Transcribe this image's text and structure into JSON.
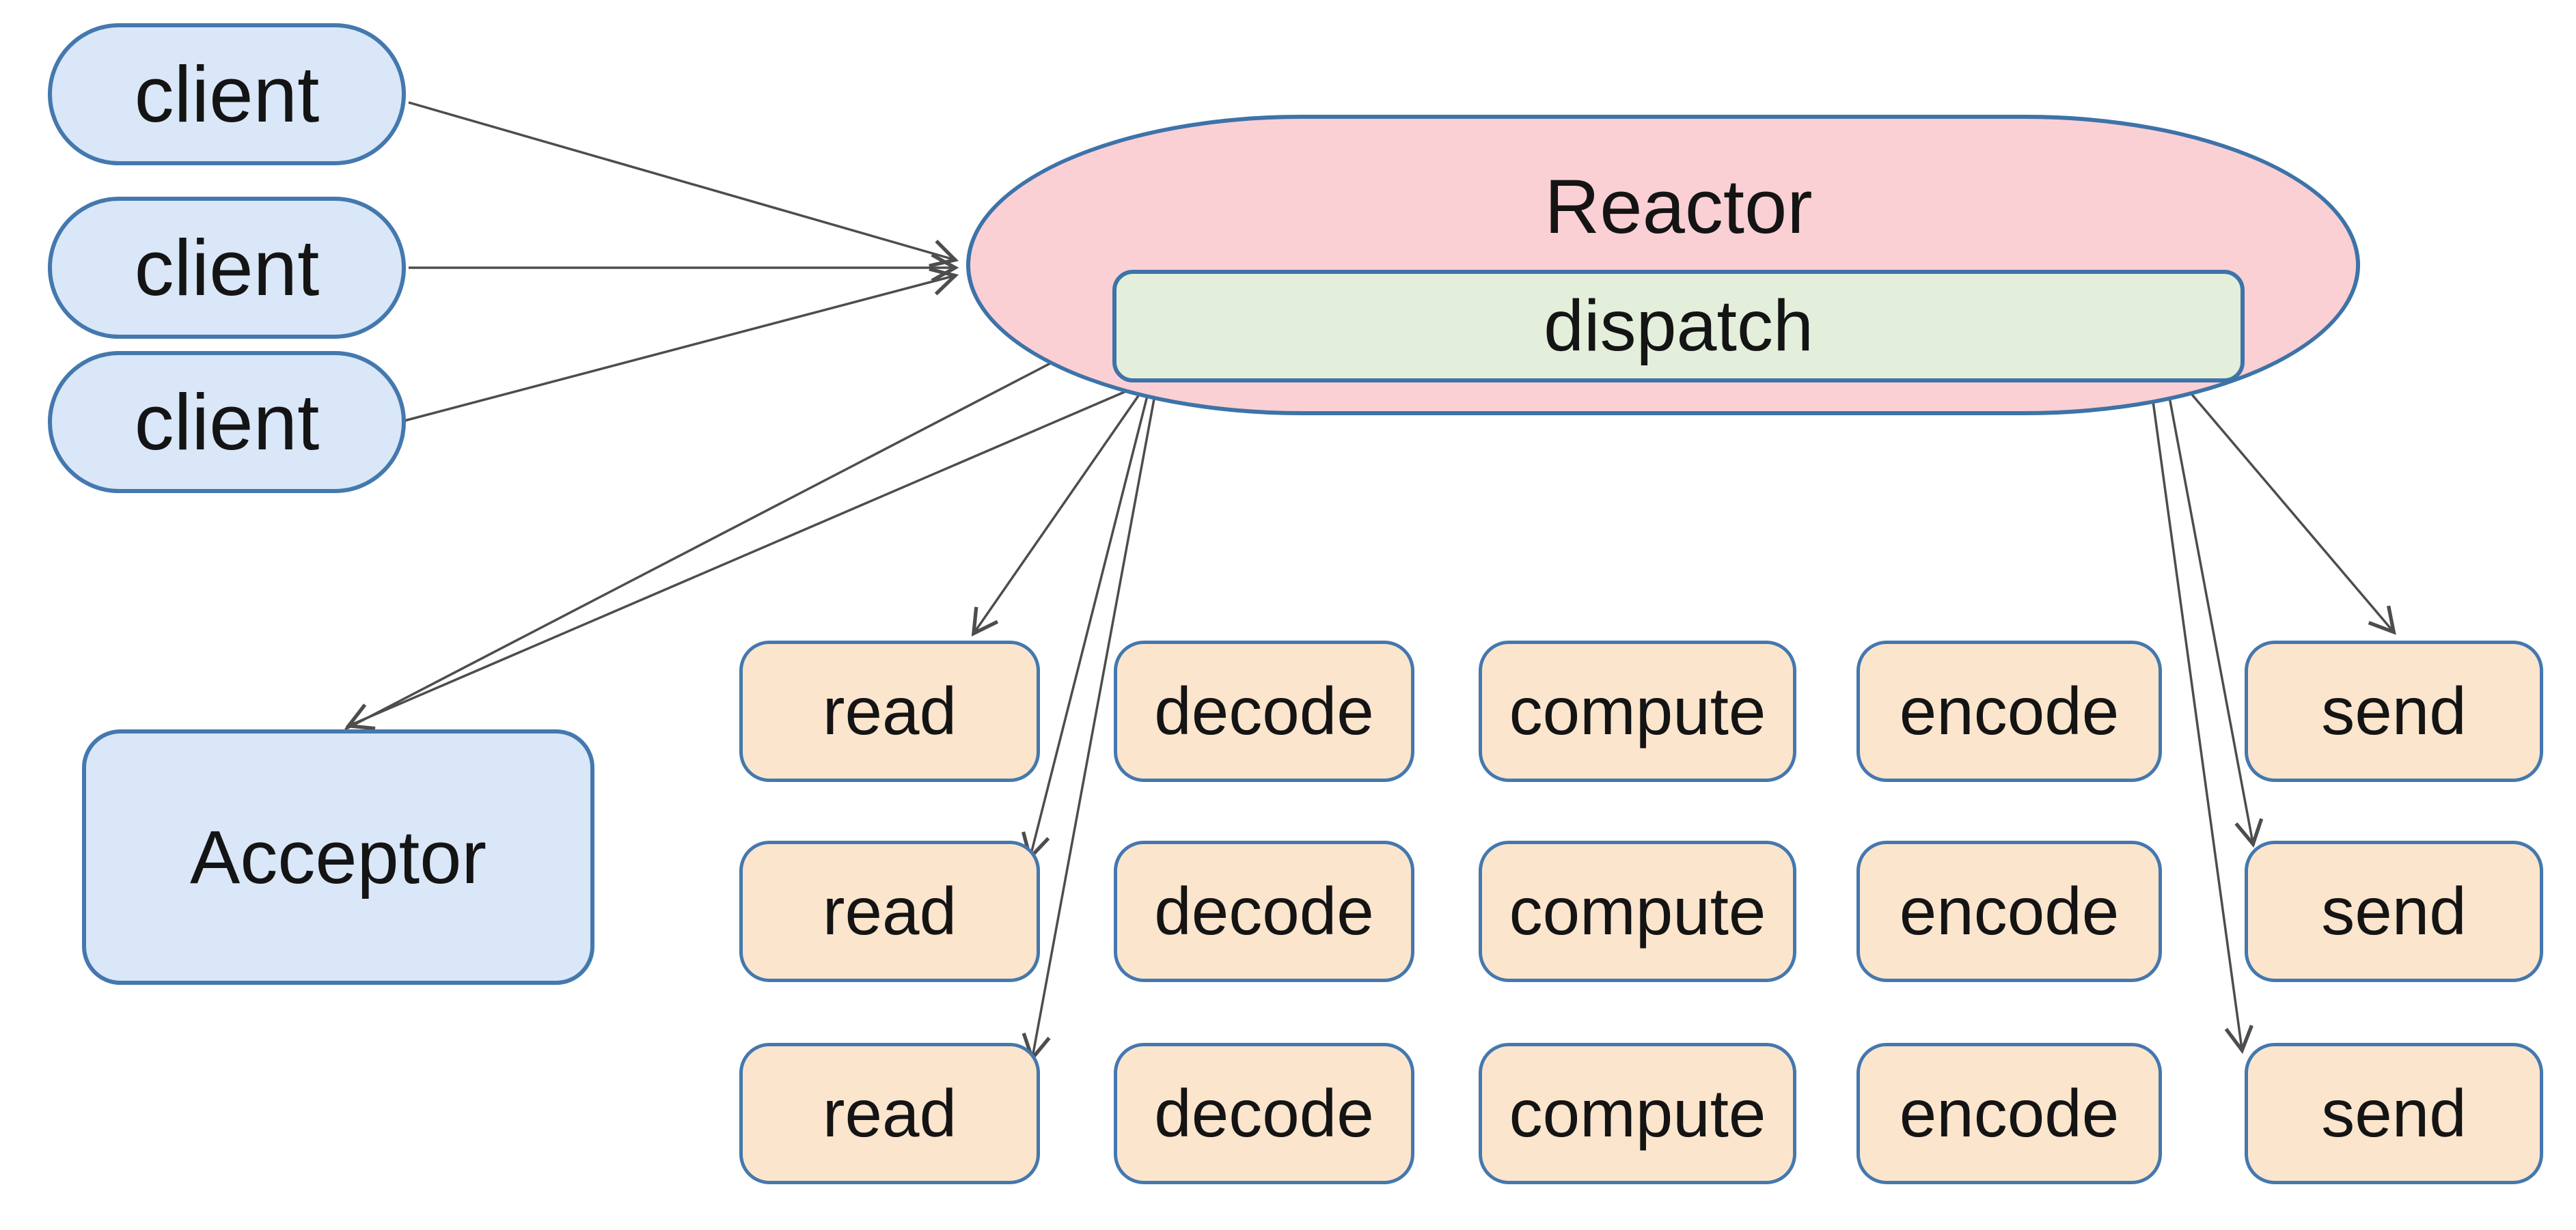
{
  "diagram": {
    "clients": [
      {
        "label": "client"
      },
      {
        "label": "client"
      },
      {
        "label": "client"
      }
    ],
    "reactor": {
      "label": "Reactor",
      "dispatch": {
        "label": "dispatch"
      }
    },
    "acceptor": {
      "label": "Acceptor"
    },
    "pipeline": {
      "columns": [
        "read",
        "decode",
        "compute",
        "encode",
        "send"
      ],
      "rows": [
        {
          "cells": [
            "read",
            "decode",
            "compute",
            "encode",
            "send"
          ]
        },
        {
          "cells": [
            "read",
            "decode",
            "compute",
            "encode",
            "send"
          ]
        },
        {
          "cells": [
            "read",
            "decode",
            "compute",
            "encode",
            "send"
          ]
        }
      ]
    },
    "colors": {
      "client_fill": "#d9e7f8",
      "client_border": "#4478ae",
      "reactor_fill": "#fbd0d4",
      "reactor_border": "#3d73a8",
      "dispatch_fill": "#e3efda",
      "worker_fill": "#fce5cd",
      "worker_border": "#4478ae",
      "arrow": "#4d4d4d",
      "text": "#141414",
      "background": "#ffffff"
    }
  }
}
